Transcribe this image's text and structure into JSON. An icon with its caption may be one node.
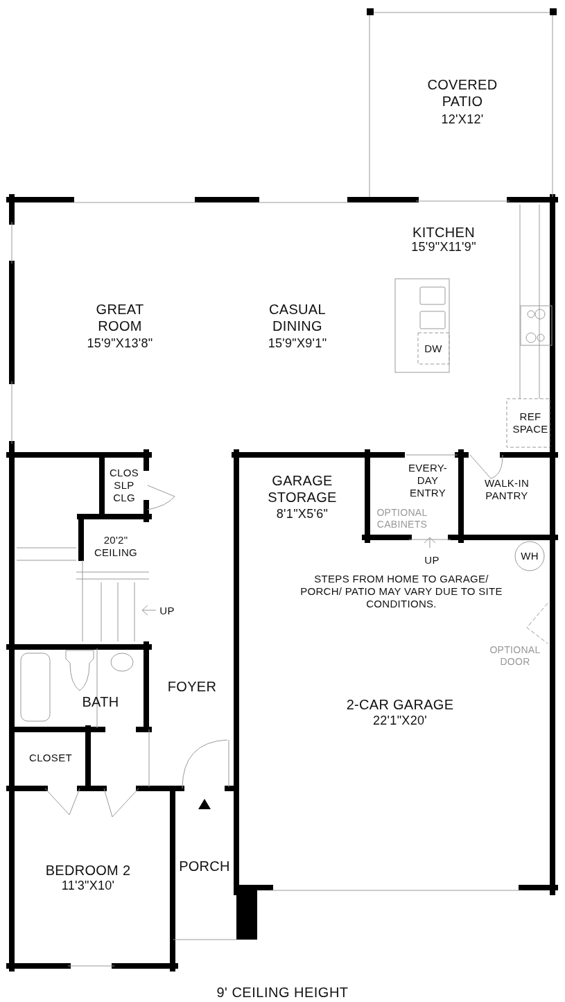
{
  "diagram": {
    "caption": "9' CEILING HEIGHT",
    "labels": [
      "COVERED PATIO",
      "12'X12'",
      "KITCHEN",
      "15'9\"X11'9\"",
      "GREAT ROOM",
      "15'9\"X13'8\"",
      "CASUAL DINING",
      "15'9\"X9'1\"",
      "DW",
      "REF SPACE",
      "CLOS SLP CLG",
      "GARAGE STORAGE",
      "8'1\"X5'6\"",
      "EVERY-DAY ENTRY",
      "WALK-IN PANTRY",
      "OPTIONAL CABINETS",
      "20'2\" CEILING",
      "WH",
      "UP",
      "STEPS FROM HOME TO GARAGE/ PORCH/ PATIO MAY VARY DUE TO SITE CONDITIONS.",
      "UP",
      "OPTIONAL DOOR",
      "FOYER",
      "BATH",
      "2-CAR GARAGE",
      "22'1\"X20'",
      "CLOSET",
      "PORCH",
      "BEDROOM 2",
      "11'3\"X10'"
    ]
  }
}
